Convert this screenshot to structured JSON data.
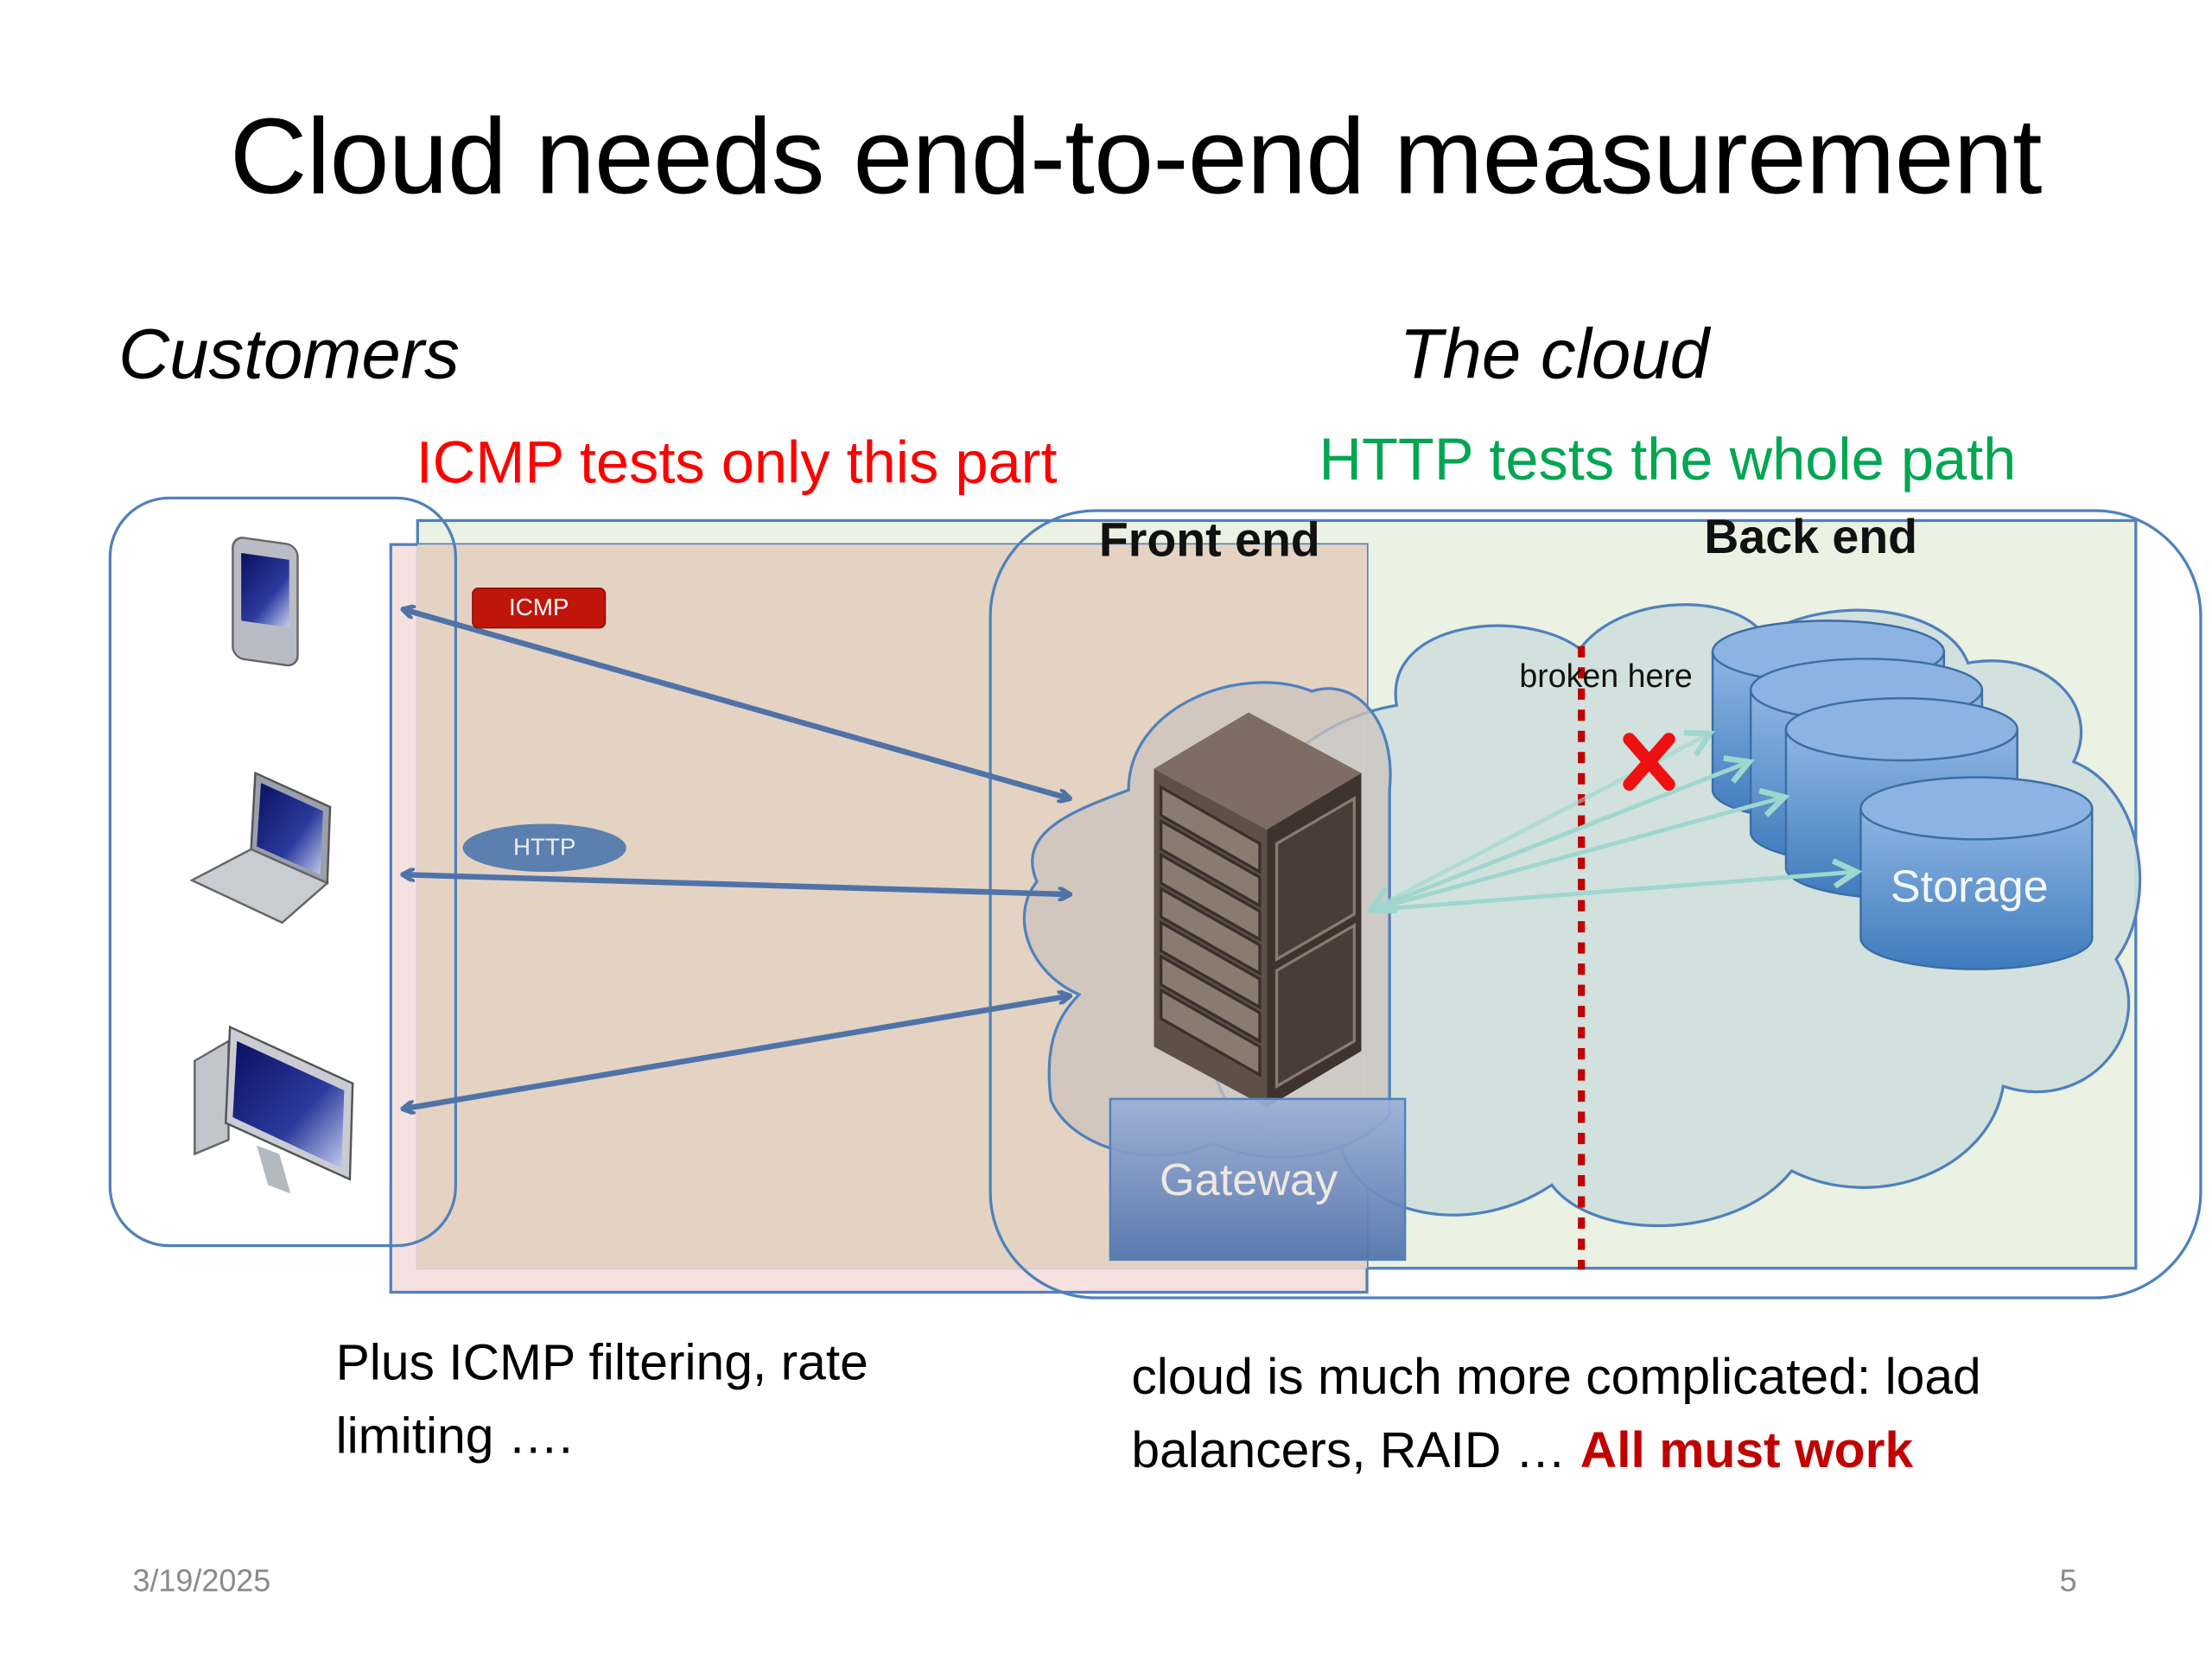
{
  "slide": {
    "title": "Cloud needs end-to-end measurement",
    "customers_heading": "Customers",
    "cloud_heading": "The cloud",
    "icmp_caption": "ICMP tests only this part",
    "http_caption": "HTTP tests the whole path",
    "footer": {
      "date": "3/19/2025",
      "page_number": "5"
    }
  },
  "colors": {
    "icmp_caption": "#ff0000",
    "http_caption": "#00a651",
    "emphasis": "#c00000",
    "icmp_badge": "#c0150a",
    "http_badge": "#5b7fae",
    "outline": "#4f81bd",
    "broken_line": "#c00000"
  },
  "diagram": {
    "customer_devices": [
      {
        "name": "smartphone",
        "icon": "smartphone-icon"
      },
      {
        "name": "laptop",
        "icon": "laptop-icon"
      },
      {
        "name": "desktop",
        "icon": "desktop-icon"
      }
    ],
    "icmp_badge": "ICMP",
    "http_badge": "HTTP",
    "front_end_label": "Front end",
    "back_end_label": "Back end",
    "broken_label": "broken here",
    "gateway_label": "Gateway",
    "storage_label": "Storage",
    "server_icon": "server-rack-icon",
    "failure_icon": "red-x-icon"
  },
  "notes": {
    "left": "Plus ICMP filtering, rate limiting ….",
    "right_prefix": "cloud is much more complicated: load balancers, RAID … ",
    "right_emphasis": "All must work"
  }
}
